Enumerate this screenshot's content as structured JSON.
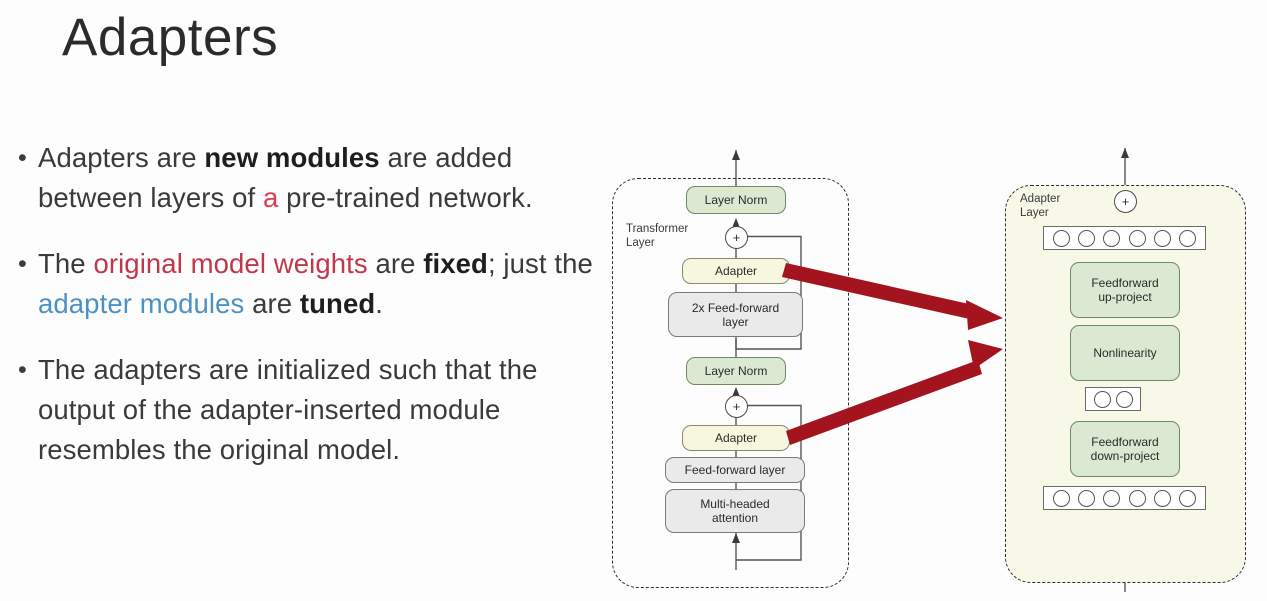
{
  "slide": {
    "title": "Adapters",
    "background_color": "#fdfdfd"
  },
  "colors": {
    "accent_red_text": "#c0374a",
    "accent_blue_text": "#4d91c4",
    "arrow_red": "#a4141f",
    "node_green": "#dbe9d2",
    "node_grey": "#eaeaea",
    "node_yellow": "#f7f7df",
    "adapter_panel_bg": "#f7f8e8",
    "body_text": "#3a3a3a"
  },
  "bullets": [
    {
      "marker": "•",
      "segments": [
        {
          "text": "Adapters are ",
          "style": "normal"
        },
        {
          "text": "new modules",
          "style": "bold"
        },
        {
          "text": " are added between layers of ",
          "style": "normal"
        },
        {
          "text": "a",
          "style": "red-char"
        },
        {
          "text": " pre-trained network.",
          "style": "normal"
        }
      ]
    },
    {
      "marker": "•",
      "segments": [
        {
          "text": "The ",
          "style": "normal"
        },
        {
          "text": "original model weights",
          "style": "red"
        },
        {
          "text": " are ",
          "style": "normal"
        },
        {
          "text": "fixed",
          "style": "bold"
        },
        {
          "text": "; just the ",
          "style": "normal"
        },
        {
          "text": "adapter modules",
          "style": "blue"
        },
        {
          "text": " are ",
          "style": "normal"
        },
        {
          "text": "tuned",
          "style": "bold"
        },
        {
          "text": ".",
          "style": "normal"
        }
      ]
    },
    {
      "marker": "•",
      "segments": [
        {
          "text": "The adapters are initialized such that the output of the adapter-inserted module resembles the original model.",
          "style": "normal"
        }
      ]
    }
  ],
  "diagram": {
    "transformer": {
      "region_label": "Transformer\nLayer",
      "nodes": [
        {
          "id": "ln-top",
          "label": "Layer Norm",
          "kind": "green"
        },
        {
          "id": "adapter-top",
          "label": "Adapter",
          "kind": "yellow"
        },
        {
          "id": "ff2x",
          "label": "2x Feed-forward\nlayer",
          "kind": "grey"
        },
        {
          "id": "ln-bot",
          "label": "Layer Norm",
          "kind": "green"
        },
        {
          "id": "adapter-bot",
          "label": "Adapter",
          "kind": "yellow"
        },
        {
          "id": "ff-layer",
          "label": "Feed-forward layer",
          "kind": "grey"
        },
        {
          "id": "mha",
          "label": "Multi-headed\nattention",
          "kind": "grey"
        }
      ],
      "plus_symbol": "+"
    },
    "adapter": {
      "region_label": "Adapter\nLayer",
      "nodes": [
        {
          "id": "ff-up",
          "label": "Feedforward\nup-project",
          "kind": "green"
        },
        {
          "id": "nonlin",
          "label": "Nonlinearity",
          "kind": "green"
        },
        {
          "id": "ff-down",
          "label": "Feedforward\ndown-project",
          "kind": "green"
        }
      ],
      "plus_symbol": "+",
      "circle_rows": [
        {
          "id": "row-top",
          "count": 6
        },
        {
          "id": "row-mid",
          "count": 2
        },
        {
          "id": "row-bot",
          "count": 6
        }
      ]
    },
    "arrows": [
      {
        "id": "arrow-top-adapter",
        "from": "adapter-top",
        "to": "adapter-layer"
      },
      {
        "id": "arrow-bot-adapter",
        "from": "adapter-bot",
        "to": "adapter-layer"
      }
    ]
  }
}
